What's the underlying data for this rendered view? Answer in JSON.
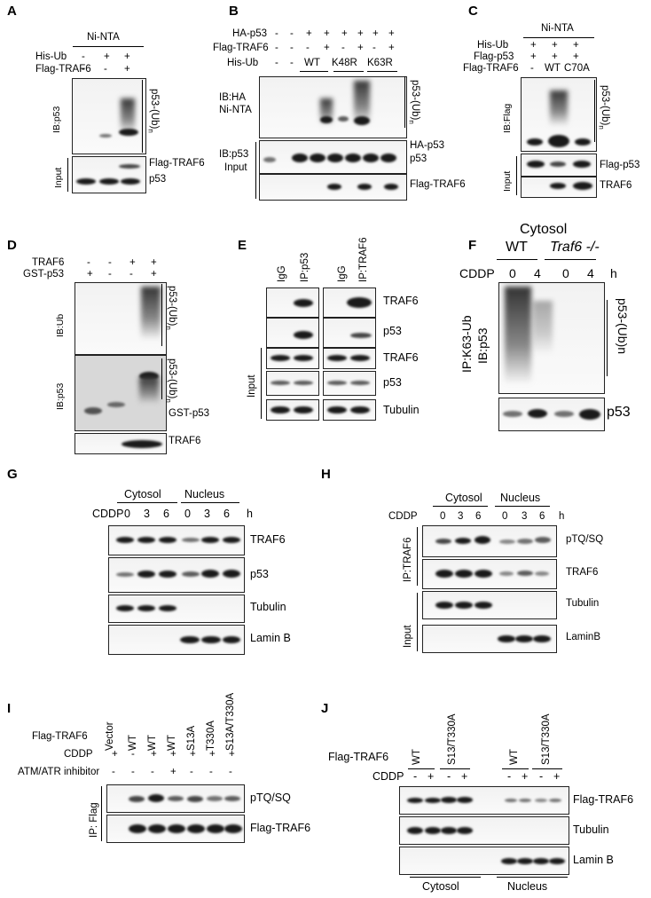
{
  "panels": {
    "A": {
      "label": "A",
      "header": "Ni-NTA",
      "rows": [
        {
          "name": "His-Ub",
          "marks": [
            "-",
            "+",
            "+"
          ]
        },
        {
          "name": "Flag-TRAF6",
          "marks": [
            "-",
            "-",
            "+"
          ]
        }
      ],
      "ib_label": "IB:p53",
      "ub_label": "p53-(Ub)",
      "ub_sub": "n",
      "input_label": "Input",
      "band_labels": [
        "Flag-TRAF6",
        "p53"
      ]
    },
    "B": {
      "label": "B",
      "rows": [
        {
          "name": "HA-p53",
          "marks": [
            "-",
            "-",
            "+",
            "+",
            "+",
            "+",
            "+",
            "+"
          ]
        },
        {
          "name": "Flag-TRAF6",
          "marks": [
            "-",
            "-",
            "-",
            "+",
            "-",
            "+",
            "-",
            "+"
          ]
        },
        {
          "name": "His-Ub",
          "marks": [
            "-",
            "-"
          ]
        }
      ],
      "groups": [
        "WT",
        "K48R",
        "K63R"
      ],
      "ib_label_1": "IB:HA",
      "ib_label_2": "Ni-NTA",
      "ub_label": "p53-(Ub)",
      "ub_sub": "n",
      "ib_p53": "IB:p53",
      "input_label": "Input",
      "band_labels": [
        "HA-p53",
        "p53",
        "Flag-TRAF6"
      ]
    },
    "C": {
      "label": "C",
      "header": "Ni-NTA",
      "rows": [
        {
          "name": "His-Ub",
          "marks": [
            "+",
            "+",
            "+"
          ]
        },
        {
          "name": "Flag-p53",
          "marks": [
            "+",
            "+",
            "+"
          ]
        },
        {
          "name": "Flag-TRAF6",
          "marks": [
            "-",
            "WT",
            "C70A"
          ]
        }
      ],
      "ib_label": "IB:Flag",
      "ub_label": "p53-(Ub)",
      "ub_sub": "n",
      "input_label": "Input",
      "band_labels": [
        "Flag-p53",
        "TRAF6"
      ]
    },
    "D": {
      "label": "D",
      "rows": [
        {
          "name": "TRAF6",
          "marks": [
            "-",
            "-",
            "+",
            "+"
          ]
        },
        {
          "name": "GST-p53",
          "marks": [
            "+",
            "-",
            "-",
            "+"
          ]
        }
      ],
      "ib_ub": "IB:Ub",
      "ib_p53": "IB:p53",
      "ub_label": "p53-(Ub)",
      "ub_sub": "n",
      "band_labels": [
        "GST-p53",
        "TRAF6"
      ]
    },
    "E": {
      "label": "E",
      "lanes": [
        "IgG",
        "IP:p53",
        "IgG",
        "IP:TRAF6"
      ],
      "input_label": "Input",
      "band_labels": [
        "TRAF6",
        "p53",
        "TRAF6",
        "p53",
        "Tubulin"
      ]
    },
    "F": {
      "label": "F",
      "title": "Cytosol",
      "groups": [
        "WT",
        "Traf6 -/-"
      ],
      "cddp_label": "CDDP",
      "doses": [
        "0",
        "4",
        "0",
        "4"
      ],
      "unit": "h",
      "ip_label_1": "IP:K63-Ub",
      "ip_label_2": "IB:p53",
      "ub_label": "p53-(Ub)n",
      "band_label": "p53"
    },
    "G": {
      "label": "G",
      "groups": [
        "Cytosol",
        "Nucleus"
      ],
      "cddp_label": "CDDP",
      "doses": [
        "0",
        "3",
        "6",
        "0",
        "3",
        "6"
      ],
      "unit": "h",
      "band_labels": [
        "TRAF6",
        "p53",
        "Tubulin",
        "Lamin B"
      ]
    },
    "H": {
      "label": "H",
      "groups": [
        "Cytosol",
        "Nucleus"
      ],
      "cddp_label": "CDDP",
      "doses": [
        "0",
        "3",
        "6",
        "0",
        "3",
        "6"
      ],
      "unit": "h",
      "ip_label": "IP:TRAF6",
      "input_label": "Input",
      "band_labels": [
        "pTQ/SQ",
        "TRAF6",
        "Tubulin",
        "LaminB"
      ]
    },
    "I": {
      "label": "I",
      "row_label": "Flag-TRAF6",
      "lanes": [
        "Vector",
        "WT",
        "WT",
        "WT",
        "S13A",
        "T330A",
        "S13A/T330A"
      ],
      "cddp_label": "CDDP",
      "cddp_marks": [
        "+",
        "-",
        "+",
        "+",
        "+",
        "+",
        "+"
      ],
      "inhib_label": "ATM/ATR inhibitor",
      "inhib_marks": [
        "-",
        "-",
        "-",
        "+",
        "-",
        "-",
        "-"
      ],
      "ip_label": "IP: Flag",
      "band_labels": [
        "pTQ/SQ",
        "Flag-TRAF6"
      ]
    },
    "J": {
      "label": "J",
      "row_label": "Flag-TRAF6",
      "groups": [
        "WT",
        "S13/T330A",
        "WT",
        "S13/T330A"
      ],
      "cddp_label": "CDDP",
      "cddp_marks": [
        "-",
        "+",
        "-",
        "+",
        "-",
        "+",
        "-",
        "+"
      ],
      "band_labels": [
        "Flag-TRAF6",
        "Tubulin",
        "Lamin B"
      ],
      "fractions": [
        "Cytosol",
        "Nucleus"
      ]
    }
  }
}
